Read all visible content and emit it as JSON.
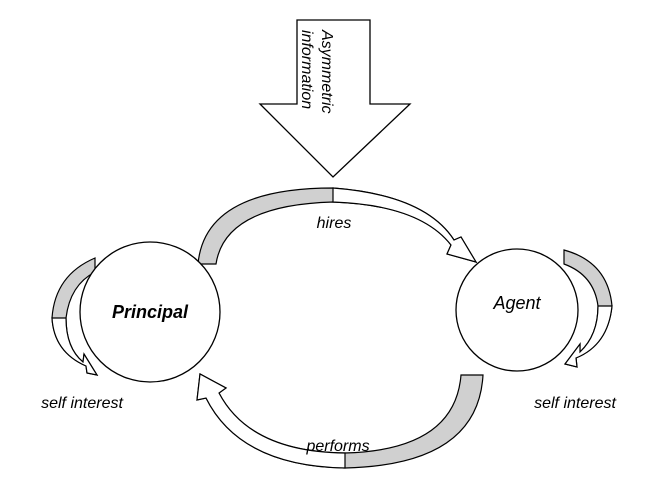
{
  "diagram": {
    "info_arrow_label_line1": "Asymmetric",
    "info_arrow_label_line2": "information",
    "principal_label": "Principal",
    "agent_label": "Agent",
    "hires_label": "hires",
    "performs_label": "performs",
    "principal_self_interest_label": "self interest",
    "agent_self_interest_label": "self interest"
  },
  "colors": {
    "stroke": "#000000",
    "fill": "#ffffff",
    "shade": "#d0d0d0"
  }
}
